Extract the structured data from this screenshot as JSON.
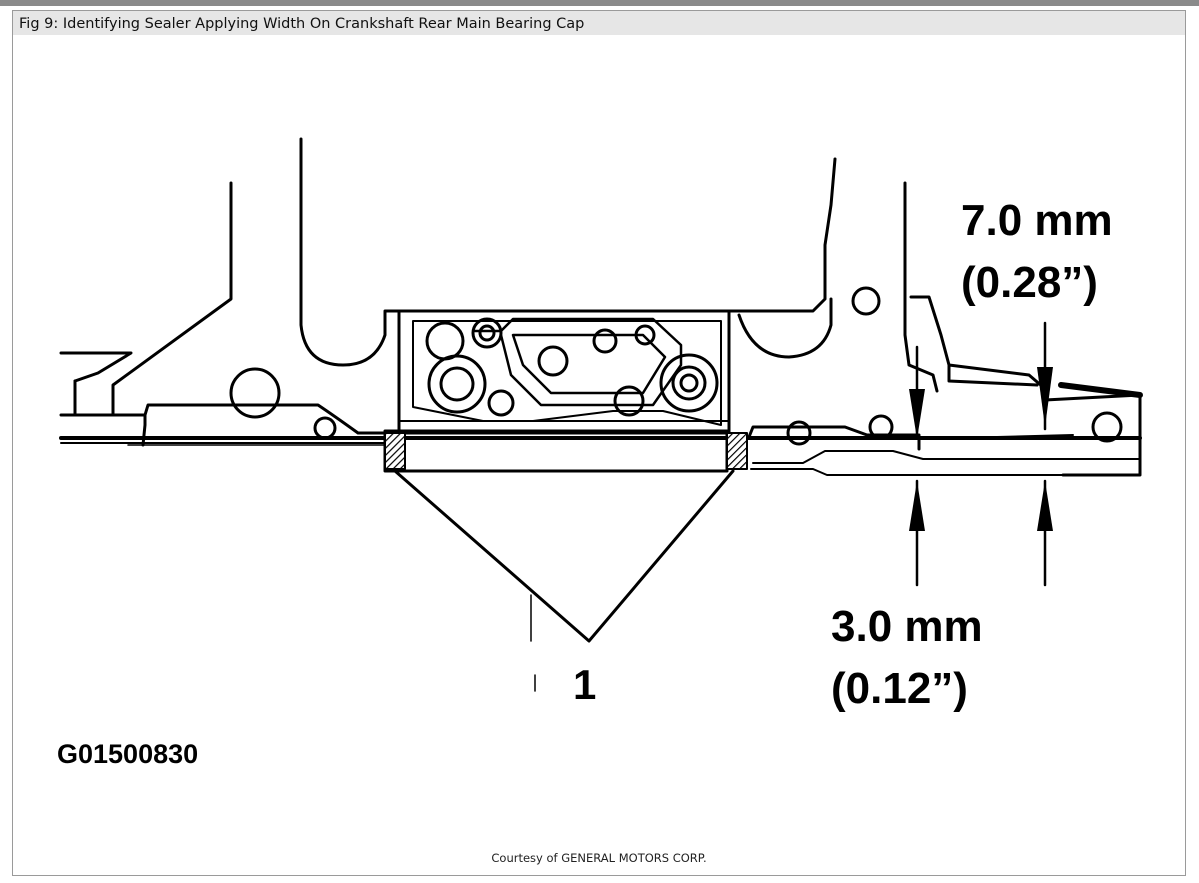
{
  "figure": {
    "title": "Fig 9: Identifying Sealer Applying Width On Crankshaft Rear Main Bearing Cap",
    "credit": "Courtesy of GENERAL MOTORS CORP."
  },
  "diagram": {
    "dim_upper_value": "7.0 mm",
    "dim_upper_inch": "(0.28”)",
    "dim_lower_value": "3.0 mm",
    "dim_lower_inch": "(0.12”)",
    "callout_number": "1",
    "figure_code": "G01500830"
  },
  "colors": {
    "line": "#000000",
    "title_bar": "#e6e6e6",
    "frame_border": "#9a9a9a"
  }
}
